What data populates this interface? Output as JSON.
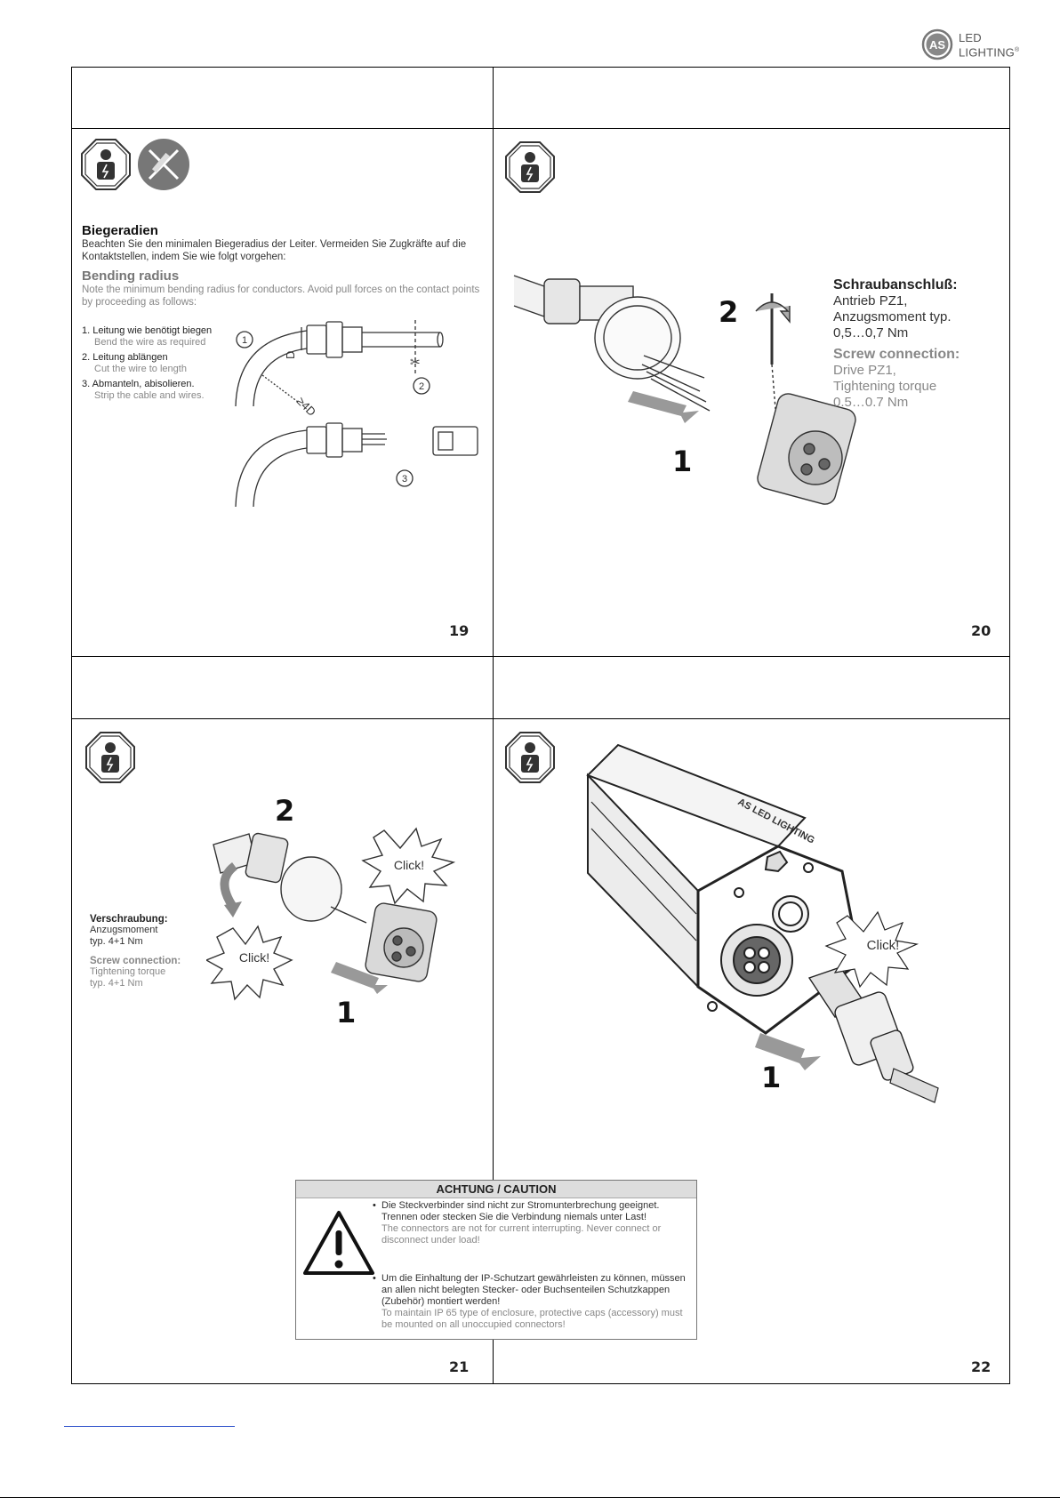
{
  "brand": {
    "badge": "AS",
    "line1": "LED",
    "line2": "LIGHTING",
    "reg": "®"
  },
  "panel19": {
    "heading_de": "Biegeradien",
    "text_de": "Beachten Sie den minimalen Biegeradius der Leiter. Vermeiden Sie Zugkräfte auf die Kontaktstellen, indem Sie wie folgt vorgehen:",
    "heading_en": "Bending radius",
    "text_en": "Note the minimum bending radius for conductors. Avoid pull forces on the contact points by proceeding as follows:",
    "steps": [
      {
        "de": "1. Leitung wie benötigt biegen",
        "en": "Bend the wire as required"
      },
      {
        "de": "2. Leitung ablängen",
        "en": "Cut the wire to length"
      },
      {
        "de": "3. Abmanteln, abisolieren.",
        "en": "Strip the cable and wires."
      }
    ],
    "diagram": {
      "c1": "1",
      "c2": "2",
      "c3": "3",
      "d": "D",
      "min": "≥4D"
    },
    "page": "19"
  },
  "panel20": {
    "num1": "1",
    "num2": "2",
    "heading_de": "Schraubanschluß:",
    "lines_de": [
      "Antrieb PZ1,",
      "Anzugsmoment typ.",
      "0,5…0,7 Nm"
    ],
    "heading_en": "Screw connection:",
    "lines_en": [
      "Drive PZ1,",
      "Tightening torque",
      "0.5…0.7 Nm"
    ],
    "page": "20"
  },
  "panel21": {
    "num1": "1",
    "num2": "2",
    "heading_de": "Verschraubung:",
    "lines_de": [
      "Anzugsmoment",
      "typ. 4+1 Nm"
    ],
    "heading_en": "Screw connection:",
    "lines_en": [
      "Tightening torque",
      "typ. 4+1 Nm"
    ],
    "click_a": "Click!",
    "click_b": "Click!",
    "page": "21"
  },
  "panel22": {
    "num1": "1",
    "click": "Click!",
    "housing_text": "AS LED LIGHTING",
    "page": "22"
  },
  "caution": {
    "title": "ACHTUNG / CAUTION",
    "items": [
      {
        "de": "Die Steckverbinder sind nicht zur Stromunterbrechung geeignet. Trennen oder stecken Sie die Verbindung niemals unter Last!",
        "en": "The connectors are not for current interrupting. Never connect or disconnect under load!"
      },
      {
        "de": "Um die Einhaltung der IP-Schutzart gewährleisten zu können, müssen an allen nicht belegten Stecker- oder Buchsenteilen Schutzkappen (Zubehör) montiert werden!",
        "en": "To maintain IP 65 type of enclosure, protective caps (accessory) must be mounted on all unoccupied connectors!"
      }
    ]
  }
}
